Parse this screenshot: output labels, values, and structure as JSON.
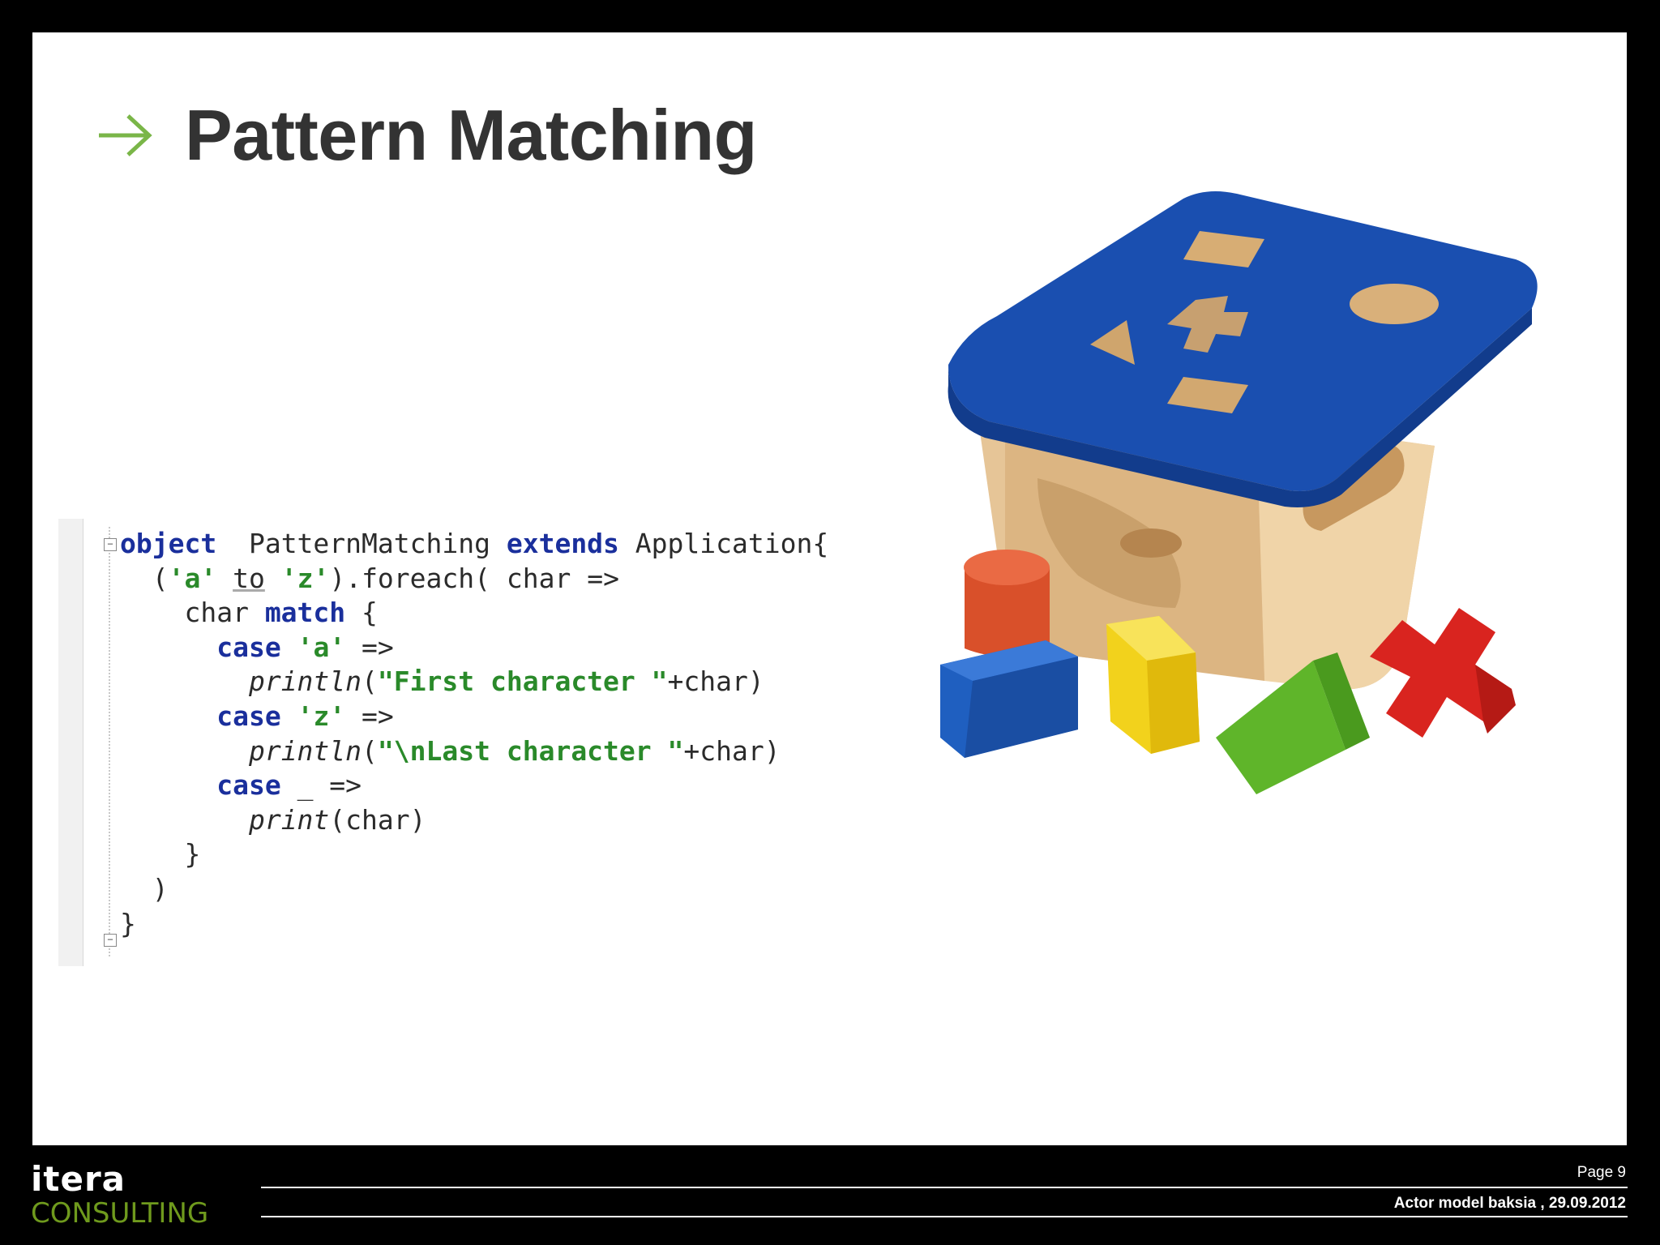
{
  "slide": {
    "title": "Pattern Matching",
    "accent_color": "#7ab648",
    "title_icon": "arrow-right-icon"
  },
  "code": {
    "lines": [
      [
        {
          "t": "object",
          "c": "kw"
        },
        {
          "t": "  PatternMatching "
        },
        {
          "t": "extends",
          "c": "kw"
        },
        {
          "t": " Application{"
        }
      ],
      [
        {
          "t": "  ("
        },
        {
          "t": "'a'",
          "c": "str"
        },
        {
          "t": " "
        },
        {
          "t": "to",
          "c": "ul"
        },
        {
          "t": " "
        },
        {
          "t": "'z'",
          "c": "str"
        },
        {
          "t": ").foreach( char =>"
        }
      ],
      [
        {
          "t": "    char "
        },
        {
          "t": "match",
          "c": "kw"
        },
        {
          "t": " {"
        }
      ],
      [
        {
          "t": "      "
        },
        {
          "t": "case",
          "c": "kw"
        },
        {
          "t": " "
        },
        {
          "t": "'a'",
          "c": "str"
        },
        {
          "t": " =>"
        }
      ],
      [
        {
          "t": "        "
        },
        {
          "t": "println",
          "c": "it"
        },
        {
          "t": "("
        },
        {
          "t": "\"First character \"",
          "c": "str"
        },
        {
          "t": "+char)"
        }
      ],
      [
        {
          "t": "      "
        },
        {
          "t": "case",
          "c": "kw"
        },
        {
          "t": " "
        },
        {
          "t": "'z'",
          "c": "str"
        },
        {
          "t": " =>"
        }
      ],
      [
        {
          "t": "        "
        },
        {
          "t": "println",
          "c": "it"
        },
        {
          "t": "("
        },
        {
          "t": "\"\\nLast character \"",
          "c": "str"
        },
        {
          "t": "+char)"
        }
      ],
      [
        {
          "t": "      "
        },
        {
          "t": "case",
          "c": "kw"
        },
        {
          "t": " _ =>"
        }
      ],
      [
        {
          "t": "        "
        },
        {
          "t": "print",
          "c": "it"
        },
        {
          "t": "(char)"
        }
      ],
      [
        {
          "t": "    }"
        }
      ],
      [
        {
          "t": "  )"
        }
      ],
      [
        {
          "t": "}"
        }
      ]
    ]
  },
  "image": {
    "icon": "shape-sorter-toy-icon",
    "colors": {
      "lid": "#1a4fb0",
      "wood": "#e9c99a",
      "red": "#d9241f",
      "yellow": "#f2d21c",
      "green": "#5fb52a",
      "blue": "#1f5fc0",
      "orange": "#d9502a"
    }
  },
  "footer": {
    "logo_top": "itera",
    "logo_bottom": "CONSULTING",
    "page": "Page 9",
    "text": "Actor model baksia , 29.09.2012"
  }
}
